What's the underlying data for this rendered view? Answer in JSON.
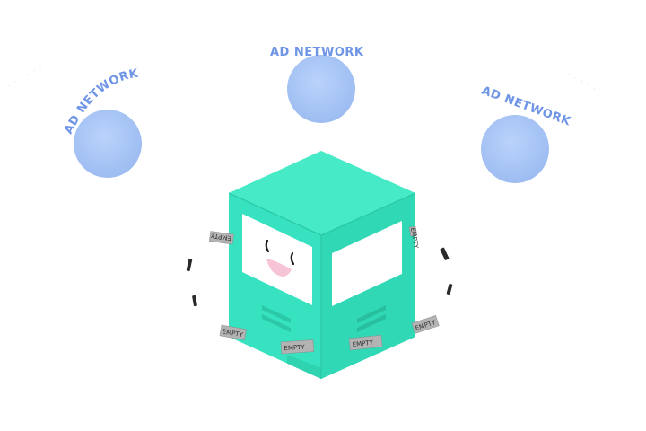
{
  "networks": [
    {
      "label": "AD NETWORK"
    },
    {
      "label": "AD NETWORK"
    },
    {
      "label": "AD NETWORK"
    }
  ],
  "slots": [
    {
      "label": "EMPTY"
    },
    {
      "label": "EMPTY"
    },
    {
      "label": "EMPTY"
    },
    {
      "label": "EMPTY"
    },
    {
      "label": "EMPTY"
    },
    {
      "label": "EMPTY"
    }
  ],
  "colors": {
    "cube_front": "#37e3c0",
    "cube_side": "#2fd6b4",
    "cube_top": "#49ecc9",
    "network_circle": "#a9c6f5",
    "network_label": "#6f95e6",
    "tag": "#b3b3b3"
  }
}
